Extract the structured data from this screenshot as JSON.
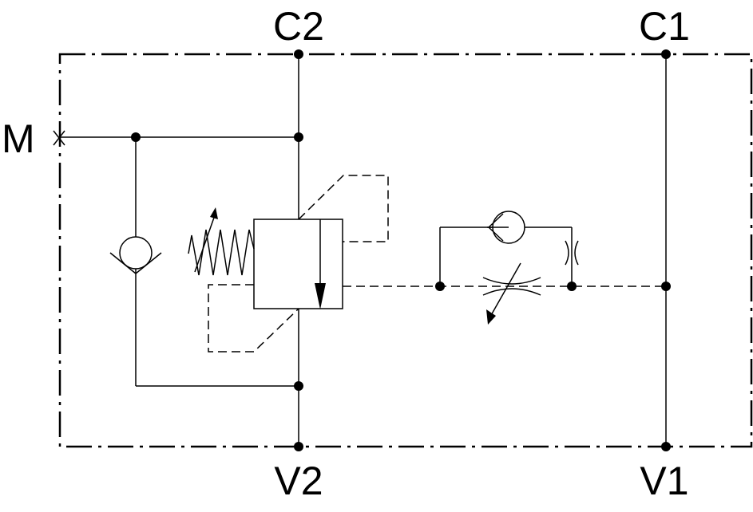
{
  "ports": {
    "c2": "C2",
    "c1": "C1",
    "m": "M",
    "v2": "V2",
    "v1": "V1"
  },
  "colors": {
    "line": "#000000",
    "background": "#ffffff"
  }
}
